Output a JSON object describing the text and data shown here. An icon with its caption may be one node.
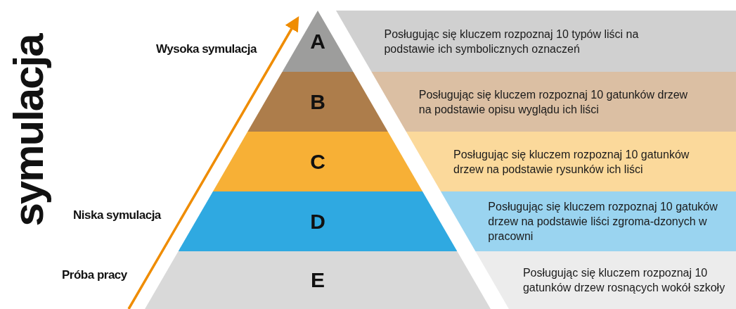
{
  "diagram": {
    "nodes": [
      {
        "text": [
          "A"
        ]
      },
      {
        "text": [
          "B"
        ]
      },
      {
        "text": [
          "C"
        ]
      },
      {
        "text": [
          "D"
        ]
      },
      {
        "text": [
          "E"
        ]
      },
      {
        "text": [
          "Posługując się kluczem rozpoznaj 10 typów liści na podstawie ich symbolicznych oznaczeń"
        ]
      },
      {
        "text": [
          "Posługując się kluczem rozpoznaj 10 gatunków drzew na podstawie opisu wyglądu ich liści"
        ]
      },
      {
        "text": [
          "Posługując się kluczem rozpoznaj 10 gatunków drzew na podstawie rysunków ich liści"
        ]
      },
      {
        "text": [
          "Posługując się kluczem rozpoznaj 10 gatuków drzew na podstawie liści zgroma-dzonych w pracowni"
        ]
      },
      {
        "text": [
          "Posługując się kluczem rozpoznaj 10 gatunków drzew rosnących wokół szkoły"
        ]
      }
    ],
    "labels": [
      "symulacja",
      "Wysoka symulacja",
      "Niska symulacja",
      "Próba pracy"
    ]
  }
}
